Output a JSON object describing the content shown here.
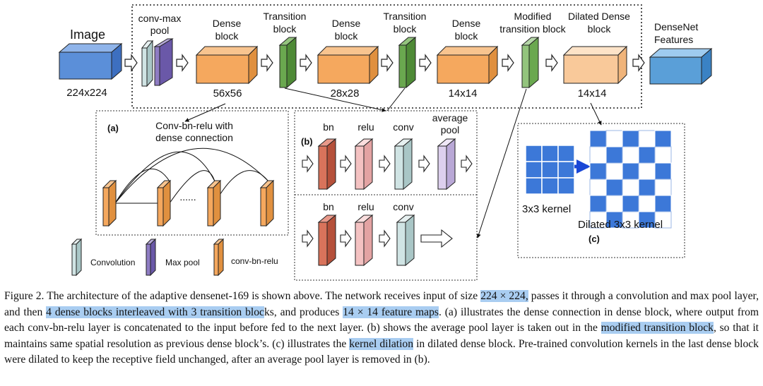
{
  "figure": {
    "top_row": {
      "image_label": "Image",
      "image_size": "224x224",
      "convmax_label_l1": "conv-max",
      "convmax_label_l2": "pool",
      "dense1_l1": "Dense",
      "dense1_l2": "block",
      "dense1_size": "56x56",
      "trans1_l1": "Transition",
      "trans1_l2": "block",
      "dense2_l1": "Dense",
      "dense2_l2": "block",
      "dense2_size": "28x28",
      "trans2_l1": "Transition",
      "trans2_l2": "block",
      "dense3_l1": "Dense",
      "dense3_l2": "block",
      "dense3_size": "14x14",
      "modtrans_l1": "Modified",
      "modtrans_l2": "transition block",
      "dilated_l1": "Dilated Dense",
      "dilated_l2": "block",
      "dilated_size": "14x14",
      "features_l1": "DenseNet",
      "features_l2": "Features"
    },
    "panel_a": {
      "tag": "(a)",
      "title_l1": "Conv-bn-relu with",
      "title_l2": "dense connection",
      "dots": "......",
      "legend_convolution": "Convolution",
      "legend_maxpool": "Max pool",
      "legend_convbnrelu": "conv-bn-relu"
    },
    "panel_b": {
      "tag": "(b)",
      "top_bn": "bn",
      "top_relu": "relu",
      "top_conv": "conv",
      "top_pool_l1": "average",
      "top_pool_l2": "pool",
      "bottom_bn": "bn",
      "bottom_relu": "relu",
      "bottom_conv": "conv"
    },
    "panel_c": {
      "tag": "(c)",
      "kernel_label": "3x3 kernel",
      "dilated_label": "Dilated 3x3 kernel"
    },
    "colors": {
      "image_blue": "#5b8fd9",
      "features_blue": "#5a9fd8",
      "dense_orange": "#f5a85e",
      "dilated_orange": "#f9c99a",
      "transition_green": "#6aa84f",
      "modified_green": "#93c47d",
      "conv_pale": "#d0e4e4",
      "maxpool_purple": "#8e7cc3",
      "bn_red": "#d9735b",
      "relu_pink": "#f4c2c2",
      "pool_lavender": "#ddd0ee",
      "kernel_blue": "#3c78d8",
      "highlight": "#a9cdf1"
    }
  },
  "caption": {
    "p1": "Figure 2. The architecture of the adaptive densenet-169 is shown above. The network receives input of size ",
    "h1": "224 × 224,",
    "p2": " passes it through a convolution and max pool layer, and then ",
    "h2": "4 dense blocks interleaved with 3 transition bloc",
    "p3": "ks, and produces ",
    "h3": "14 × 14 feature maps",
    "p4": ". (a) illustrates the dense connection in dense block, where output from each conv-bn-relu layer is concatenated to the input before fed to the next layer. (b) shows the average pool layer is taken out in the ",
    "h4": "modified transition block",
    "p5": ", so that it maintains same spatial resolution as previous dense block’s. (c) illustrates the ",
    "h5": "kernel dilation",
    "p6": " in dilated dense block. Pre-trained convolution kernels in the last dense block were dilated to keep the receptive field unchanged, after an average pool layer is removed in (b)."
  }
}
